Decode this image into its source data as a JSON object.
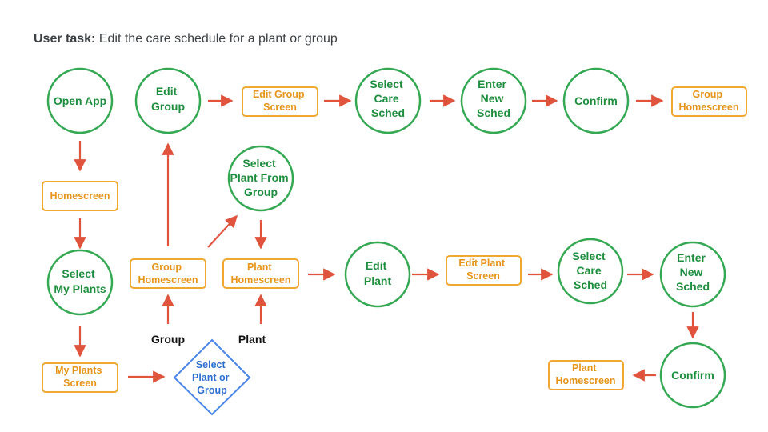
{
  "title": {
    "prefix": "User task:",
    "text": "Edit the care schedule for a plant or group"
  },
  "colors": {
    "action_stroke": "#34a853",
    "action_text": "#1e8e3e",
    "screen_stroke": "#f0a830",
    "screen_text": "#e6951c",
    "decision_stroke": "#4a86e8",
    "decision_text": "#2f6fd1",
    "arrow": "#e0533c"
  },
  "nodes": [
    {
      "id": "open-app",
      "shape": "circle",
      "lines": [
        "Open App"
      ]
    },
    {
      "id": "homescreen",
      "shape": "box",
      "lines": [
        "Homescreen"
      ]
    },
    {
      "id": "select-my-plants",
      "shape": "circle",
      "lines": [
        "Select",
        "My Plants"
      ]
    },
    {
      "id": "my-plants-screen",
      "shape": "box",
      "lines": [
        "My Plants",
        "Screen"
      ]
    },
    {
      "id": "select-plant-or-group",
      "shape": "diamond",
      "lines": [
        "Select",
        "Plant or",
        "Group"
      ]
    },
    {
      "id": "group-homescreen",
      "shape": "box",
      "lines": [
        "Group",
        "Homescreen"
      ]
    },
    {
      "id": "plant-homescreen",
      "shape": "box",
      "lines": [
        "Plant",
        "Homescreen"
      ]
    },
    {
      "id": "edit-group",
      "shape": "circle",
      "lines": [
        "Edit",
        "Group"
      ]
    },
    {
      "id": "edit-group-screen",
      "shape": "box",
      "lines": [
        "Edit Group",
        "Screen"
      ]
    },
    {
      "id": "select-care-sched-top",
      "shape": "circle",
      "lines": [
        "Select",
        "Care",
        "Sched"
      ]
    },
    {
      "id": "enter-new-sched-top",
      "shape": "circle",
      "lines": [
        "Enter",
        "New",
        "Sched"
      ]
    },
    {
      "id": "confirm-top",
      "shape": "circle",
      "lines": [
        "Confirm"
      ]
    },
    {
      "id": "group-homescreen-end",
      "shape": "box",
      "lines": [
        "Group",
        "Homescreen"
      ]
    },
    {
      "id": "select-plant-from-group",
      "shape": "circle",
      "lines": [
        "Select",
        "Plant From",
        "Group"
      ]
    },
    {
      "id": "edit-plant",
      "shape": "circle",
      "lines": [
        "Edit",
        "Plant"
      ]
    },
    {
      "id": "edit-plant-screen",
      "shape": "box",
      "lines": [
        "Edit Plant",
        "Screen"
      ]
    },
    {
      "id": "select-care-sched-bottom",
      "shape": "circle",
      "lines": [
        "Select",
        "Care",
        "Sched"
      ]
    },
    {
      "id": "enter-new-sched-bottom",
      "shape": "circle",
      "lines": [
        "Enter",
        "New",
        "Sched"
      ]
    },
    {
      "id": "confirm-bottom",
      "shape": "circle",
      "lines": [
        "Confirm"
      ]
    },
    {
      "id": "plant-homescreen-end",
      "shape": "box",
      "lines": [
        "Plant",
        "Homescreen"
      ]
    }
  ],
  "branch_labels": {
    "group": "Group",
    "plant": "Plant"
  }
}
